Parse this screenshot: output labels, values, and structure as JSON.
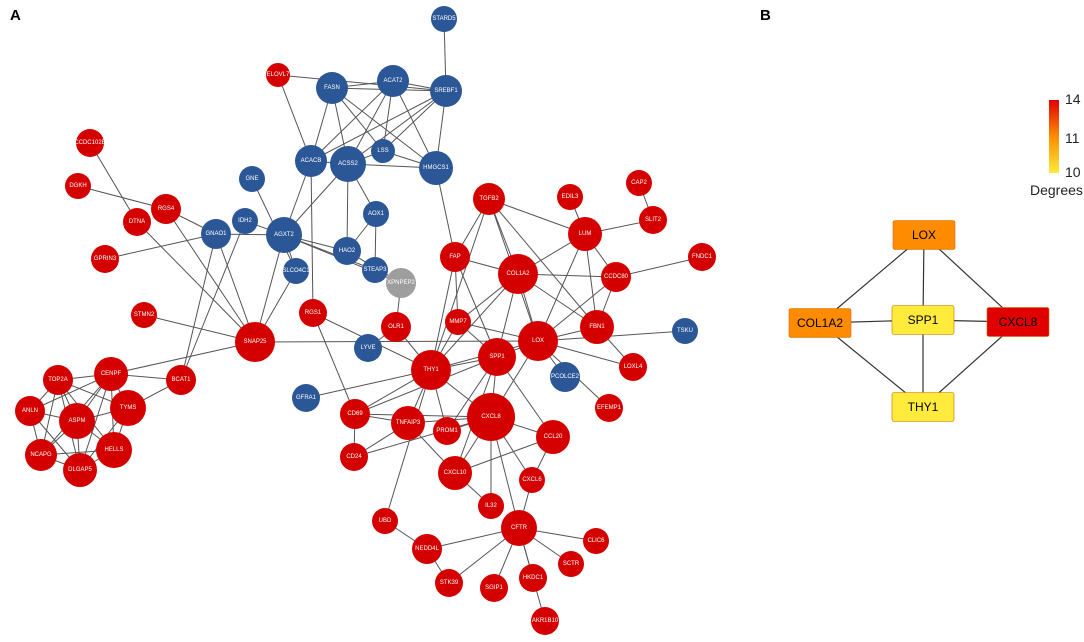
{
  "panels": {
    "a": "A",
    "b": "B"
  },
  "colors": {
    "red": "#d40000",
    "blue": "#2b5797",
    "gray": "#9e9e9e",
    "edge": "#555555"
  },
  "network": {
    "nodes": [
      {
        "id": "STARD5",
        "group": "blue"
      },
      {
        "id": "ELOVL7",
        "group": "red"
      },
      {
        "id": "FASN",
        "group": "blue"
      },
      {
        "id": "ACAT2",
        "group": "blue"
      },
      {
        "id": "SREBF1",
        "group": "blue"
      },
      {
        "id": "CCDC102B",
        "group": "red"
      },
      {
        "id": "LSS",
        "group": "blue"
      },
      {
        "id": "ACACB",
        "group": "blue"
      },
      {
        "id": "ACSS2",
        "group": "blue"
      },
      {
        "id": "HMGCS1",
        "group": "blue"
      },
      {
        "id": "DGKH",
        "group": "red"
      },
      {
        "id": "GNE",
        "group": "blue"
      },
      {
        "id": "RGS4",
        "group": "red"
      },
      {
        "id": "TGFB2",
        "group": "red"
      },
      {
        "id": "EDIL3",
        "group": "red"
      },
      {
        "id": "CAP2",
        "group": "red"
      },
      {
        "id": "DTNA",
        "group": "red"
      },
      {
        "id": "IDH2",
        "group": "blue"
      },
      {
        "id": "AOX1",
        "group": "blue"
      },
      {
        "id": "SLIT2",
        "group": "red"
      },
      {
        "id": "GNAO1",
        "group": "blue"
      },
      {
        "id": "AGXT2",
        "group": "blue"
      },
      {
        "id": "HAO2",
        "group": "blue"
      },
      {
        "id": "LUM",
        "group": "red"
      },
      {
        "id": "GPRIN3",
        "group": "red"
      },
      {
        "id": "FAP",
        "group": "red"
      },
      {
        "id": "STEAP3",
        "group": "blue"
      },
      {
        "id": "SLCO4C1",
        "group": "blue"
      },
      {
        "id": "FNDC1",
        "group": "red"
      },
      {
        "id": "COL1A2",
        "group": "red"
      },
      {
        "id": "XPNPEP2",
        "group": "gray"
      },
      {
        "id": "CCDC80",
        "group": "red"
      },
      {
        "id": "STMN2",
        "group": "red"
      },
      {
        "id": "RGS1",
        "group": "red"
      },
      {
        "id": "MMP7",
        "group": "red"
      },
      {
        "id": "OLR1",
        "group": "red"
      },
      {
        "id": "FBN1",
        "group": "red"
      },
      {
        "id": "TSKU",
        "group": "blue"
      },
      {
        "id": "SNAP25",
        "group": "red"
      },
      {
        "id": "LOX",
        "group": "red"
      },
      {
        "id": "LYVE",
        "group": "blue"
      },
      {
        "id": "CENPF",
        "group": "red"
      },
      {
        "id": "THY1",
        "group": "red"
      },
      {
        "id": "SPP1",
        "group": "red"
      },
      {
        "id": "LOXL4",
        "group": "red"
      },
      {
        "id": "TOP2A",
        "group": "red"
      },
      {
        "id": "BCAT1",
        "group": "red"
      },
      {
        "id": "PCOLCE2",
        "group": "blue"
      },
      {
        "id": "GFRA1",
        "group": "blue"
      },
      {
        "id": "ANLN",
        "group": "red"
      },
      {
        "id": "TYMS",
        "group": "red"
      },
      {
        "id": "ASPM",
        "group": "red"
      },
      {
        "id": "CD69",
        "group": "red"
      },
      {
        "id": "EFEMP1",
        "group": "red"
      },
      {
        "id": "TNFAIP3",
        "group": "red"
      },
      {
        "id": "CXCL8",
        "group": "red"
      },
      {
        "id": "PROM1",
        "group": "red"
      },
      {
        "id": "CCL20",
        "group": "red"
      },
      {
        "id": "NCAPG",
        "group": "red"
      },
      {
        "id": "HELLS",
        "group": "red"
      },
      {
        "id": "CD24",
        "group": "red"
      },
      {
        "id": "DLGAP5",
        "group": "red"
      },
      {
        "id": "CXCL10",
        "group": "red"
      },
      {
        "id": "CXCL6",
        "group": "red"
      },
      {
        "id": "IL32",
        "group": "red"
      },
      {
        "id": "UBD",
        "group": "red"
      },
      {
        "id": "CFTR",
        "group": "red"
      },
      {
        "id": "CLIC6",
        "group": "red"
      },
      {
        "id": "NEDD4L",
        "group": "red"
      },
      {
        "id": "SCTR",
        "group": "red"
      },
      {
        "id": "HKDC1",
        "group": "red"
      },
      {
        "id": "STK39",
        "group": "red"
      },
      {
        "id": "SGIP1",
        "group": "red"
      },
      {
        "id": "AKR1B10",
        "group": "red"
      }
    ],
    "edges": [
      [
        "STARD5",
        "SREBF1"
      ],
      [
        "ELOVL7",
        "SREBF1"
      ],
      [
        "FASN",
        "ACAT2"
      ],
      [
        "FASN",
        "SREBF1"
      ],
      [
        "ACAT2",
        "SREBF1"
      ],
      [
        "FASN",
        "ACACB"
      ],
      [
        "FASN",
        "ACSS2"
      ],
      [
        "FASN",
        "LSS"
      ],
      [
        "FASN",
        "HMGCS1"
      ],
      [
        "ACAT2",
        "ACACB"
      ],
      [
        "ACAT2",
        "ACSS2"
      ],
      [
        "ACAT2",
        "LSS"
      ],
      [
        "ACAT2",
        "HMGCS1"
      ],
      [
        "SREBF1",
        "ACACB"
      ],
      [
        "SREBF1",
        "ACSS2"
      ],
      [
        "SREBF1",
        "LSS"
      ],
      [
        "SREBF1",
        "HMGCS1"
      ],
      [
        "ELOVL7",
        "ACACB"
      ],
      [
        "ACACB",
        "ACSS2"
      ],
      [
        "ACSS2",
        "LSS"
      ],
      [
        "LSS",
        "HMGCS1"
      ],
      [
        "ACSS2",
        "HMGCS1"
      ],
      [
        "ACSS2",
        "AGXT2"
      ],
      [
        "ACACB",
        "AGXT2"
      ],
      [
        "ACSS2",
        "HAO2"
      ],
      [
        "ACSS2",
        "AOX1"
      ],
      [
        "HAO2",
        "AOX1"
      ],
      [
        "AOX1",
        "STEAP3"
      ],
      [
        "HAO2",
        "AGXT2"
      ],
      [
        "AGXT2",
        "SLCO4C1"
      ],
      [
        "AGXT2",
        "GNAO1"
      ],
      [
        "AGXT2",
        "IDH2"
      ],
      [
        "AGXT2",
        "STEAP3"
      ],
      [
        "GNE",
        "SLCO4C1"
      ],
      [
        "HMGCS1",
        "FAP"
      ],
      [
        "CCDC102B",
        "DTNA"
      ],
      [
        "DGKH",
        "RGS4"
      ],
      [
        "RGS4",
        "GNAO1"
      ],
      [
        "RGS4",
        "SNAP25"
      ],
      [
        "DTNA",
        "SNAP25"
      ],
      [
        "GPRIN3",
        "GNAO1"
      ],
      [
        "GNAO1",
        "SNAP25"
      ],
      [
        "GNAO1",
        "BCAT1"
      ],
      [
        "IDH2",
        "BCAT1"
      ],
      [
        "AGXT2",
        "SNAP25"
      ],
      [
        "AGXT2",
        "XPNPEP2"
      ],
      [
        "SLCO4C1",
        "SNAP25"
      ],
      [
        "ACACB",
        "RGS1"
      ],
      [
        "STMN2",
        "SNAP25"
      ],
      [
        "SNAP25",
        "LOX"
      ],
      [
        "CENPF",
        "SNAP25"
      ],
      [
        "CENPF",
        "BCAT1"
      ],
      [
        "HAO2",
        "XPNPEP2"
      ],
      [
        "XPNPEP2",
        "OLR1"
      ],
      [
        "RGS1",
        "CD69"
      ],
      [
        "RGS1",
        "THY1"
      ],
      [
        "OLR1",
        "LYVE"
      ],
      [
        "OLR1",
        "THY1"
      ],
      [
        "TGFB2",
        "LUM"
      ],
      [
        "TGFB2",
        "COL1A2"
      ],
      [
        "TGFB2",
        "FAP"
      ],
      [
        "TGFB2",
        "FBN1"
      ],
      [
        "TGFB2",
        "THY1"
      ],
      [
        "TGFB2",
        "LOX"
      ],
      [
        "EDIL3",
        "LUM"
      ],
      [
        "CAP2",
        "SLIT2"
      ],
      [
        "SLIT2",
        "LUM"
      ],
      [
        "LUM",
        "COL1A2"
      ],
      [
        "LUM",
        "FBN1"
      ],
      [
        "LUM",
        "LOX"
      ],
      [
        "LUM",
        "CCDC80"
      ],
      [
        "FAP",
        "COL1A2"
      ],
      [
        "FAP",
        "THY1"
      ],
      [
        "FAP",
        "MMP7"
      ],
      [
        "FAP",
        "SPP1"
      ],
      [
        "COL1A2",
        "CCDC80"
      ],
      [
        "COL1A2",
        "FBN1"
      ],
      [
        "COL1A2",
        "LOX"
      ],
      [
        "COL1A2",
        "SPP1"
      ],
      [
        "COL1A2",
        "THY1"
      ],
      [
        "COL1A2",
        "MMP7"
      ],
      [
        "FNDC1",
        "CCDC80"
      ],
      [
        "CCDC80",
        "FBN1"
      ],
      [
        "CCDC80",
        "LOX"
      ],
      [
        "FBN1",
        "LOX"
      ],
      [
        "FBN1",
        "LOXL4"
      ],
      [
        "LOX",
        "LOXL4"
      ],
      [
        "LOX",
        "TSKU"
      ],
      [
        "LOX",
        "PCOLCE2"
      ],
      [
        "LOX",
        "SPP1"
      ],
      [
        "LOX",
        "THY1"
      ],
      [
        "LOX",
        "CXCL8"
      ],
      [
        "LOX",
        "EFEMP1"
      ],
      [
        "LOX",
        "MMP7"
      ],
      [
        "MMP7",
        "SPP1"
      ],
      [
        "MMP7",
        "THY1"
      ],
      [
        "SPP1",
        "THY1"
      ],
      [
        "SPP1",
        "CXCL8"
      ],
      [
        "SPP1",
        "CD69"
      ],
      [
        "SPP1",
        "PROM1"
      ],
      [
        "SPP1",
        "CXCL10"
      ],
      [
        "SPP1",
        "CCL20"
      ],
      [
        "THY1",
        "CXCL8"
      ],
      [
        "THY1",
        "CD69"
      ],
      [
        "THY1",
        "TNFAIP3"
      ],
      [
        "THY1",
        "PROM1"
      ],
      [
        "THY1",
        "UBD"
      ],
      [
        "THY1",
        "GFRA1"
      ],
      [
        "CXCL8",
        "TNFAIP3"
      ],
      [
        "CXCL8",
        "PROM1"
      ],
      [
        "CXCL8",
        "CCL20"
      ],
      [
        "CXCL8",
        "CXCL10"
      ],
      [
        "CXCL8",
        "CXCL6"
      ],
      [
        "CXCL8",
        "IL32"
      ],
      [
        "CXCL8",
        "CFTR"
      ],
      [
        "CXCL8",
        "CD69"
      ],
      [
        "CXCL8",
        "CD24"
      ],
      [
        "CCL20",
        "CXCL10"
      ],
      [
        "CCL20",
        "CXCL6"
      ],
      [
        "CXCL10",
        "IL32"
      ],
      [
        "CXCL10",
        "TNFAIP3"
      ],
      [
        "TNFAIP3",
        "CD24"
      ],
      [
        "CD69",
        "CD24"
      ],
      [
        "CD69",
        "TNFAIP3"
      ],
      [
        "CFTR",
        "CLIC6"
      ],
      [
        "CFTR",
        "SCTR"
      ],
      [
        "CFTR",
        "HKDC1"
      ],
      [
        "CFTR",
        "NEDD4L"
      ],
      [
        "CFTR",
        "STK39"
      ],
      [
        "CFTR",
        "SGIP1"
      ],
      [
        "CFTR",
        "AKR1B10"
      ],
      [
        "CFTR",
        "CXCL6"
      ],
      [
        "NEDD4L",
        "UBD"
      ],
      [
        "NEDD4L",
        "STK39"
      ],
      [
        "TOP2A",
        "CENPF"
      ],
      [
        "TOP2A",
        "ASPM"
      ],
      [
        "TOP2A",
        "ANLN"
      ],
      [
        "TOP2A",
        "TYMS"
      ],
      [
        "TOP2A",
        "NCAPG"
      ],
      [
        "TOP2A",
        "DLGAP5"
      ],
      [
        "TOP2A",
        "HELLS"
      ],
      [
        "CENPF",
        "ASPM"
      ],
      [
        "CENPF",
        "TYMS"
      ],
      [
        "CENPF",
        "NCAPG"
      ],
      [
        "CENPF",
        "HELLS"
      ],
      [
        "CENPF",
        "ANLN"
      ],
      [
        "CENPF",
        "DLGAP5"
      ],
      [
        "ANLN",
        "ASPM"
      ],
      [
        "ANLN",
        "NCAPG"
      ],
      [
        "ANLN",
        "DLGAP5"
      ],
      [
        "ASPM",
        "TYMS"
      ],
      [
        "ASPM",
        "NCAPG"
      ],
      [
        "ASPM",
        "DLGAP5"
      ],
      [
        "ASPM",
        "HELLS"
      ],
      [
        "TYMS",
        "HELLS"
      ],
      [
        "TYMS",
        "BCAT1"
      ],
      [
        "NCAPG",
        "DLGAP5"
      ],
      [
        "NCAPG",
        "HELLS"
      ],
      [
        "DLGAP5",
        "HELLS"
      ],
      [
        "TYMS",
        "DLGAP5"
      ]
    ]
  },
  "hub": {
    "nodes": [
      {
        "id": "LOX",
        "degree": 12
      },
      {
        "id": "COL1A2",
        "degree": 12
      },
      {
        "id": "SPP1",
        "degree": 10
      },
      {
        "id": "CXCL8",
        "degree": 14
      },
      {
        "id": "THY1",
        "degree": 10
      }
    ],
    "edges": [
      [
        "LOX",
        "COL1A2"
      ],
      [
        "LOX",
        "SPP1"
      ],
      [
        "LOX",
        "CXCL8"
      ],
      [
        "COL1A2",
        "SPP1"
      ],
      [
        "SPP1",
        "CXCL8"
      ],
      [
        "COL1A2",
        "THY1"
      ],
      [
        "SPP1",
        "THY1"
      ],
      [
        "CXCL8",
        "THY1"
      ]
    ]
  },
  "legend": {
    "title": "Degrees",
    "ticks": [
      "14",
      "11",
      "10"
    ],
    "gradient": {
      "low": "#ffeb3b",
      "mid": "#ff8c00",
      "high": "#e00000"
    }
  }
}
